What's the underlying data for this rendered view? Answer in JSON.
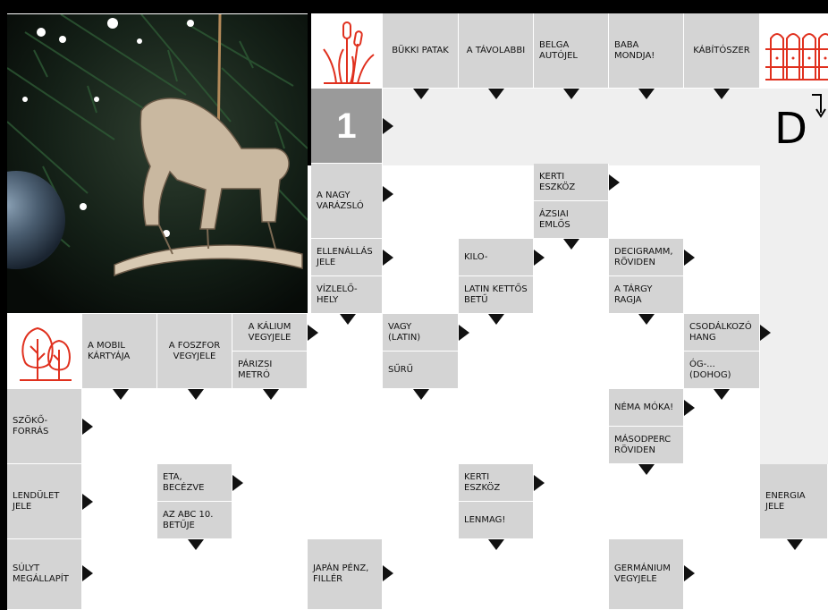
{
  "puzzle": {
    "start_number": "1",
    "letter": "D"
  },
  "clues": {
    "bukki_patak": "BÜKKI PATAK",
    "a_tavolabbi": "A TÁVOLABBI",
    "belga_autojel": "BELGA\nAUTÓJEL",
    "baba_mondja": "BABA\nMONDJA!",
    "kabitoszer": "KÁBÍTÓSZER",
    "a_nagy_varazslo": "A NAGY\nVARÁZSLÓ",
    "kerti_eszkoz_1": "KERTI\nESZKÖZ",
    "azsiai_emlos": "ÁZSIAI\nEMLŐS",
    "ellenallas_jele": "ELLENÁLLÁS\nJELE",
    "kilo": "KILO-",
    "decigramm": "DECIGRAMM,\nRÖVIDEN",
    "vizlelo_hely": "VÍZLELŐ-\n HELY",
    "latin_kettos_betu": "LATIN KETTŐS\n BETŰ",
    "a_targy_ragja": "A TÁRGY RAGJA",
    "a_mobil_kartyaja": "A MOBIL\nKÁRTYÁJA",
    "a_foszfor_vegyjele": "A FOSZFOR\nVEGYJELE",
    "a_kalium_vegyjele": "A KÁLIUM\nVEGYJELE",
    "vagy_latin": "VAGY\n(LATIN)",
    "csodalkozo_hang": "CSODÁLKOZÓ\nHANG",
    "parizsi_metro": "PÁRIZSI\nMETRÓ",
    "suru": "SŰRŰ",
    "og_dohog": "ÓG-...\n(DOHOG)",
    "szokoforras": "SZÖKŐ-\n FORRÁS",
    "nema_moka": "NÉMA MÓKA!",
    "masodperc": "MÁSODPERC\nRÖVIDEN",
    "lendulet_jele": "LENDÜLET\nJELE",
    "eta_becezve": "ETA,\nBECÉZVE",
    "kerti_eszkoz_2": "KERTI\nESZKÖZ",
    "energia_jele": "ENERGIA\nJELE",
    "az_abc_10": "AZ ABC 10.\n BETŰJE",
    "lenmag": "LENMAG!",
    "sulyt_megallapit": "SÚLYT\nMEGÁLLAPÍT",
    "japan_penz": "JAPÁN PÉNZ,\n FILLÉR",
    "germanium_vegyjele": "GERMÁNIUM\nVEGYJELE"
  },
  "icons": {
    "accent": "#e0301e",
    "top_left": "reeds-icon",
    "top_right": "fence-icon",
    "left": "trees-icon"
  }
}
